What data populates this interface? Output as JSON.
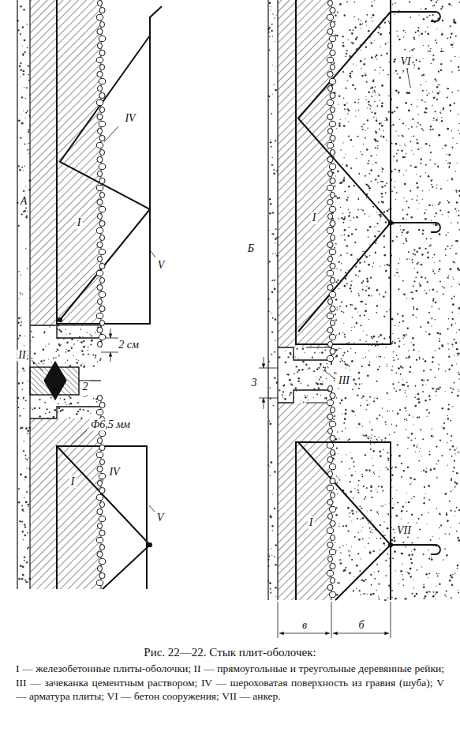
{
  "diagram": {
    "title": "Рис. 22—22. Стык плит-оболочек:",
    "caption": "I — железобетонные плиты-оболочки; II — прямоугольные и треугольные деревянные рейки; III — зачеканка цементным раствором; IV — шероховатая поверхность из гравия (шуба); V — арматура плиты; VI — бетон сооружения; VII — анкер.",
    "labels": [
      "А",
      "IV",
      "I",
      "V",
      "2 см",
      "II",
      "2",
      "Ф6,5 мм",
      "IV",
      "I",
      "V",
      "Б",
      "VI",
      "I",
      "3",
      "III",
      "I",
      "VII",
      "в",
      "б"
    ]
  }
}
